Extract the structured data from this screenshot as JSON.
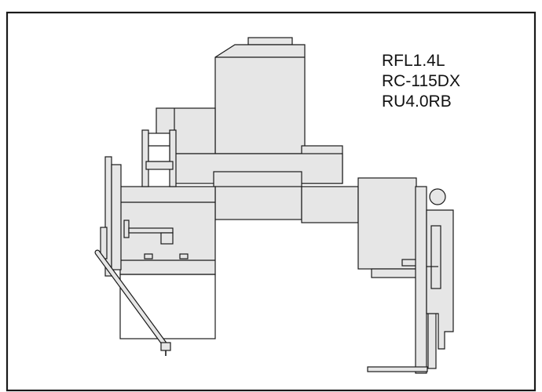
{
  "header": {
    "title_fragment": ""
  },
  "labels": {
    "line1": "RFL1.4L",
    "line2": "RC-115DX",
    "line3": "RU4.0RB"
  },
  "colors": {
    "fill": "#e6e6e6",
    "stroke": "#1a1a1a",
    "background": "#ffffff"
  }
}
